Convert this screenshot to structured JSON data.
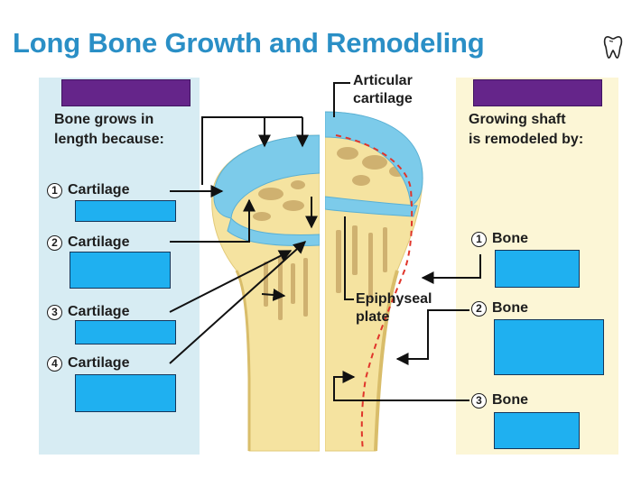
{
  "title": "Long Bone Growth and Remodeling",
  "left_panel": {
    "heading_line1": "Bone grows in",
    "heading_line2": "length because:",
    "items": [
      {
        "number": "1",
        "label": "Cartilage"
      },
      {
        "number": "2",
        "label": "Cartilage"
      },
      {
        "number": "3",
        "label": "Cartilage"
      },
      {
        "number": "4",
        "label": "Cartilage"
      }
    ]
  },
  "right_panel": {
    "heading_line1": "Growing shaft",
    "heading_line2": "is remodeled by:",
    "items": [
      {
        "number": "1",
        "label": "Bone"
      },
      {
        "number": "2",
        "label": "Bone"
      },
      {
        "number": "3",
        "label": "Bone"
      }
    ]
  },
  "diagram_labels": {
    "articular_line1": "Articular",
    "articular_line2": "cartilage",
    "epiphyseal_line1": "Epiphyseal",
    "epiphyseal_line2": "plate"
  },
  "icons": {
    "corner": "tooth-icon"
  },
  "colors": {
    "title": "#2a8fc6",
    "left_panel_bg": "#d7ecf3",
    "right_panel_bg": "#fcf6d6",
    "label_box_purple": "#65258a",
    "answer_box_blue": "#1fb0f0",
    "cartilage_blue": "#7ccbea",
    "bone_yellow": "#f6e6a6",
    "remodel_line_red": "#e0352b"
  }
}
